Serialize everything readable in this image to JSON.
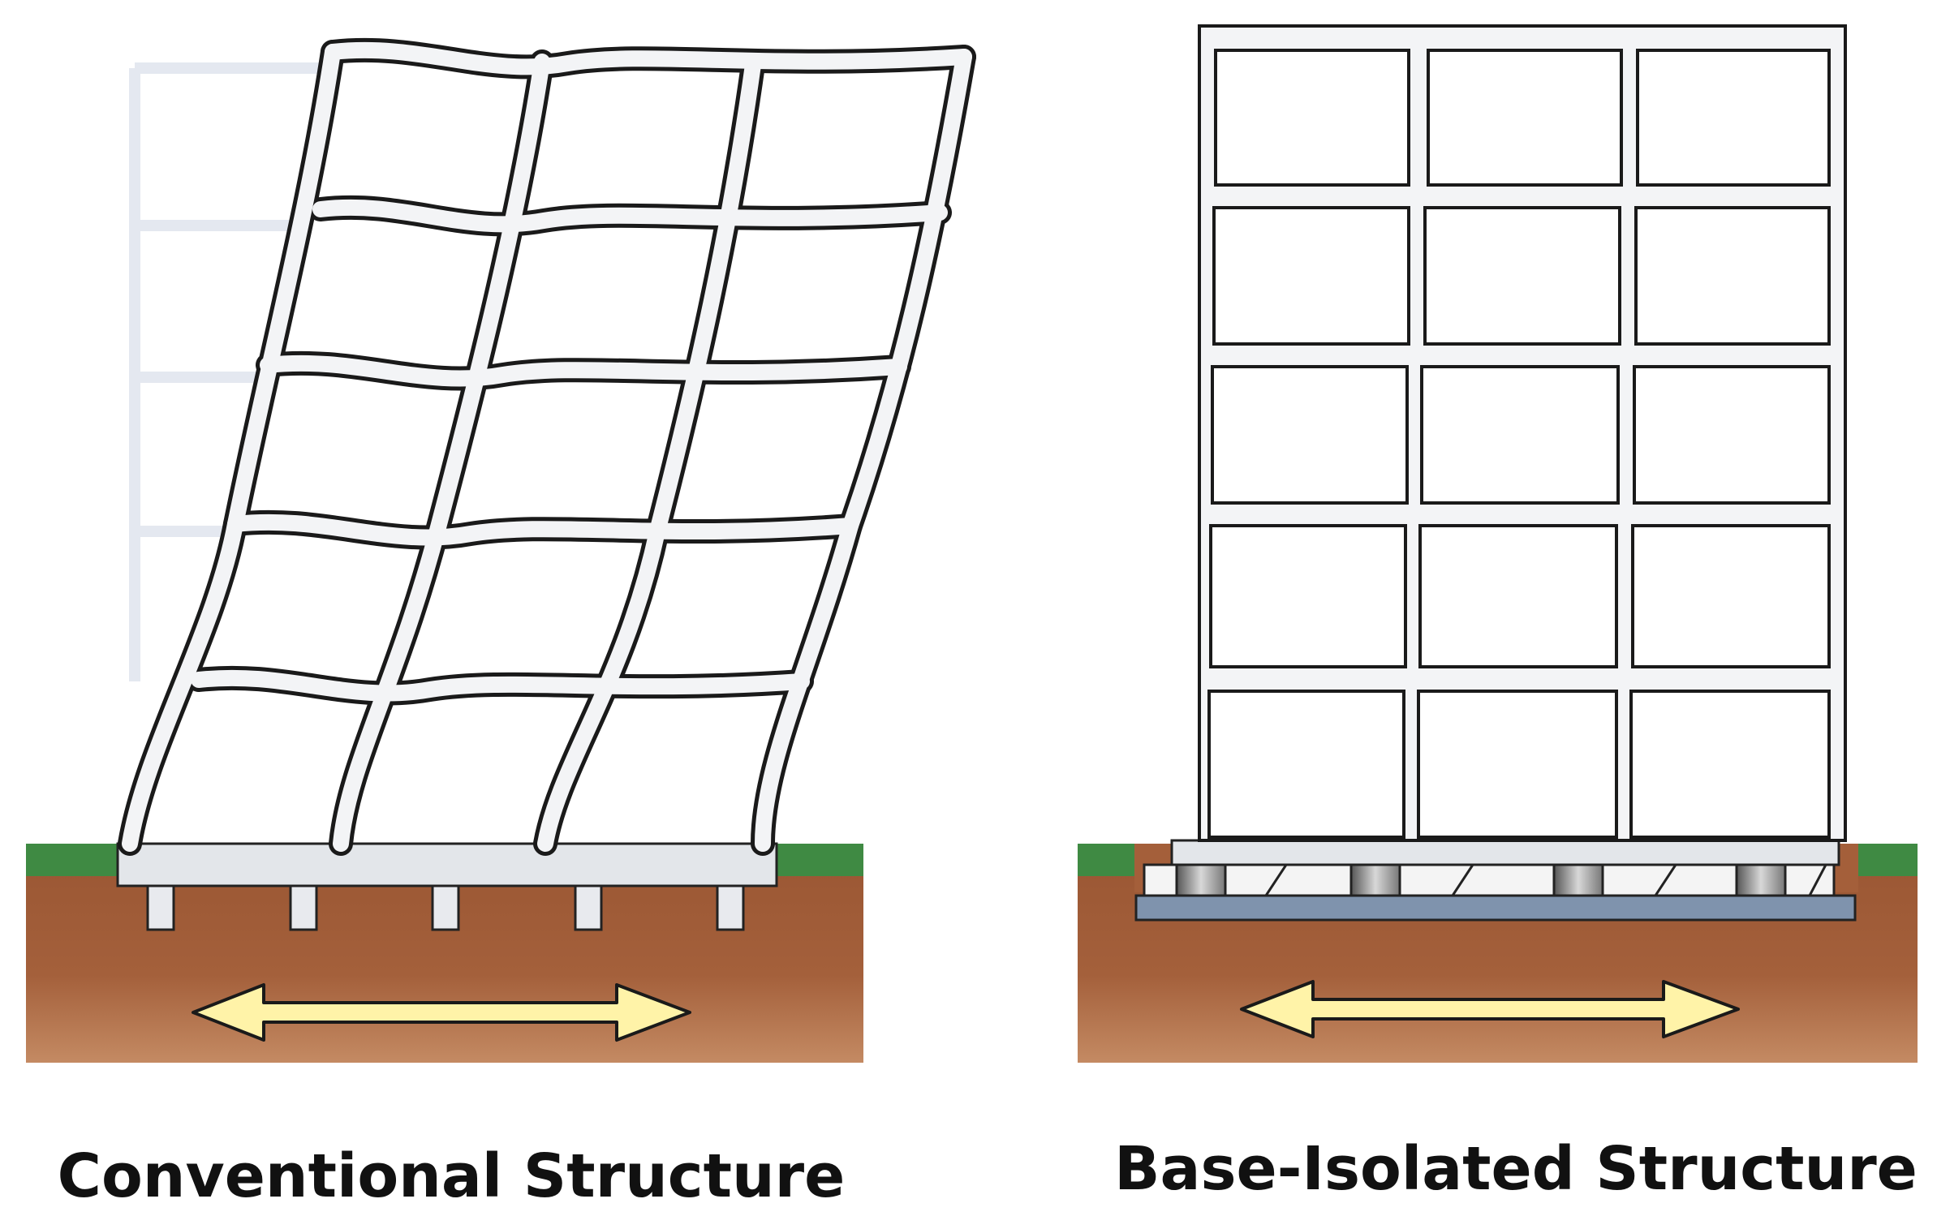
{
  "panels": [
    {
      "id": "conventional",
      "caption": "Conventional Structure",
      "state": "deformed"
    },
    {
      "id": "base-isolated",
      "caption": "Base-Isolated Structure",
      "state": "upright"
    }
  ],
  "frame": {
    "stories": 5,
    "bays": 3
  },
  "colors": {
    "grass": "#3f8a43",
    "soil_top": "#9a5633",
    "soil_bottom": "#c48a63",
    "frame_fill": "#f3f4f6",
    "frame_outline": "#1a1a1a",
    "isolation_slab": "#7f93ad",
    "ground_motion_arrow": "#fff3a8"
  },
  "icons": [
    "ground-motion-arrow-icon"
  ]
}
